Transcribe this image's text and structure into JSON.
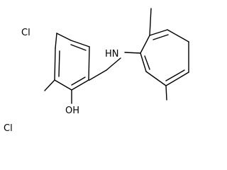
{
  "molecule": {
    "labels": {
      "cl_top": "Cl",
      "cl_bottom": "Cl",
      "hydroxyl": "OH",
      "amine": "HN"
    }
  },
  "colors": {
    "bond": "#000000",
    "text": "#000000",
    "background": "#ffffff"
  }
}
